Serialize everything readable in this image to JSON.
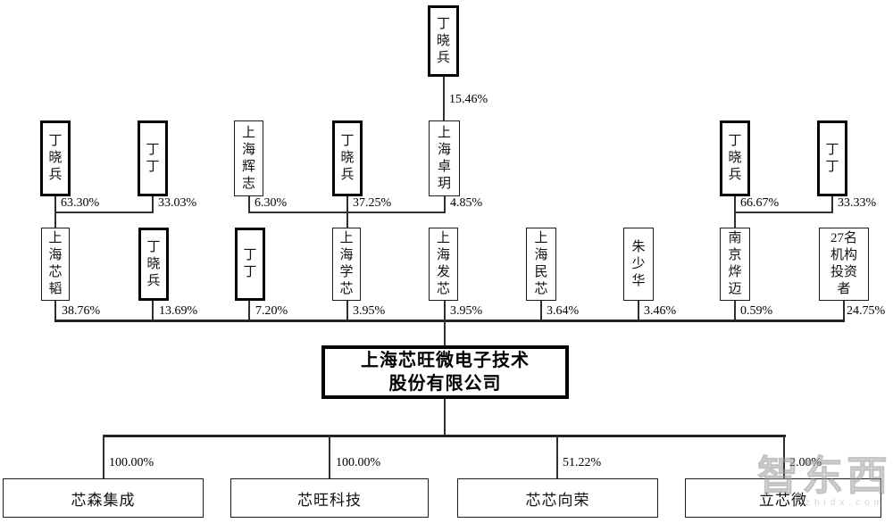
{
  "top": {
    "label": "丁晓兵",
    "pct": "15.46%"
  },
  "l2": [
    {
      "label": "丁晓兵",
      "pct": "63.30%"
    },
    {
      "label": "丁丁",
      "pct": "33.03%"
    },
    {
      "label": "上海辉志",
      "pct": "6.30%"
    },
    {
      "label": "丁晓兵",
      "pct": "37.25%"
    },
    {
      "label": "上海卓玥",
      "pct": "4.85%"
    },
    {
      "label": "丁晓兵",
      "pct": "66.67%"
    },
    {
      "label": "丁丁",
      "pct": "33.33%"
    }
  ],
  "l3": [
    {
      "label": "上海芯韬",
      "pct": "38.76%"
    },
    {
      "label": "丁晓兵",
      "pct": "13.69%"
    },
    {
      "label": "丁丁",
      "pct": "7.20%"
    },
    {
      "label": "上海学芯",
      "pct": "3.95%"
    },
    {
      "label": "上海发芯",
      "pct": "3.95%"
    },
    {
      "label": "上海民芯",
      "pct": "3.64%"
    },
    {
      "label": "朱少华",
      "pct": "3.46%"
    },
    {
      "label": "南京烨迈",
      "pct": "0.59%"
    },
    {
      "label": "27名机构投资者",
      "pct": "24.75%"
    }
  ],
  "company": {
    "line1": "上海芯旺微电子技术",
    "line2": "股份有限公司"
  },
  "subs": [
    {
      "label": "芯森集成",
      "pct": "100.00%"
    },
    {
      "label": "芯旺科技",
      "pct": "100.00%"
    },
    {
      "label": "芯芯向荣",
      "pct": "51.22%"
    },
    {
      "label": "立芯微",
      "pct": "2.00%"
    }
  ],
  "watermark": {
    "brand": "智东西",
    "domain": "zhidx.com"
  }
}
